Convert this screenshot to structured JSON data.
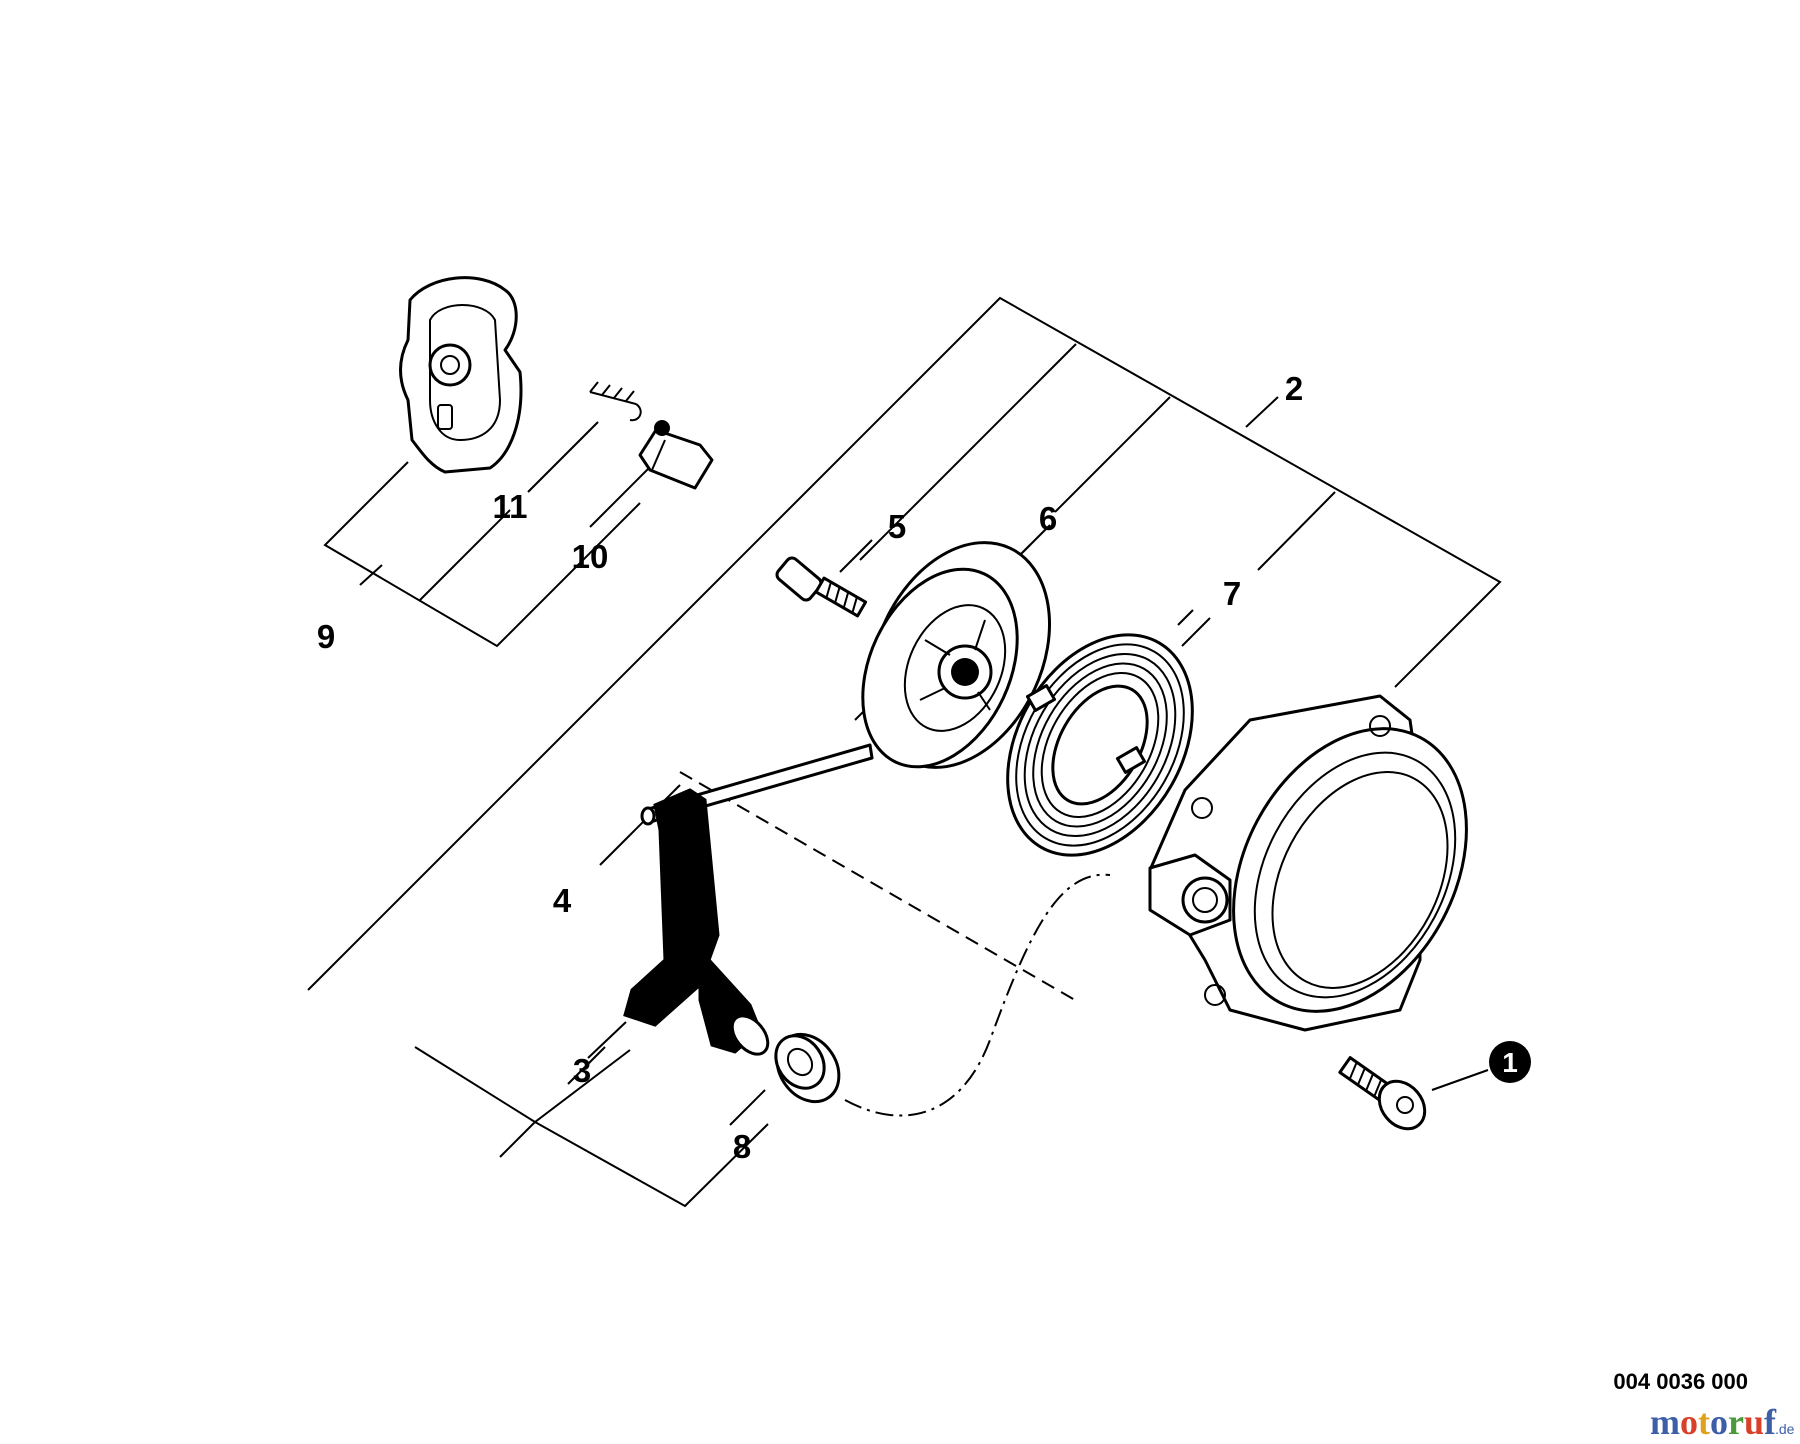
{
  "diagram": {
    "callouts": [
      {
        "id": "c1",
        "label": "1"
      },
      {
        "id": "c2",
        "label": "2"
      },
      {
        "id": "c3",
        "label": "3"
      },
      {
        "id": "c4",
        "label": "4"
      },
      {
        "id": "c5",
        "label": "5"
      },
      {
        "id": "c6",
        "label": "6"
      },
      {
        "id": "c7",
        "label": "7"
      },
      {
        "id": "c8",
        "label": "8"
      },
      {
        "id": "c9",
        "label": "9"
      },
      {
        "id": "c10",
        "label": "10"
      },
      {
        "id": "c11",
        "label": "11"
      }
    ],
    "reference_code": "004 0036 000",
    "watermark": {
      "letters": [
        "m",
        "o",
        "t",
        "o",
        "r",
        "u",
        "f"
      ],
      "letter_colors": [
        "#3d5fa8",
        "#d8402a",
        "#e0a21a",
        "#3d5fa8",
        "#4a9a3a",
        "#d8402a",
        "#3d5fa8"
      ],
      "tld": ".de"
    }
  }
}
